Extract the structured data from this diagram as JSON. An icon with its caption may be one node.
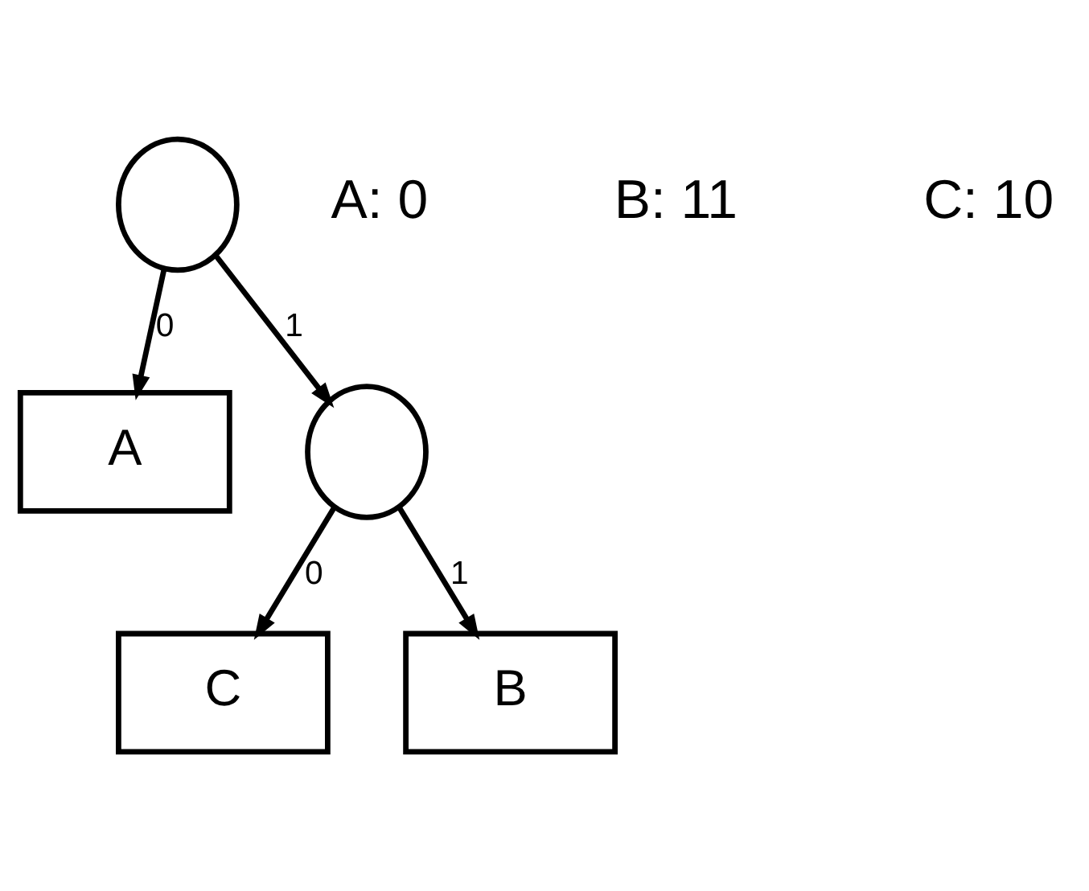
{
  "diagram": {
    "nodes": [
      {
        "text": [],
        "shape": "circle"
      },
      {
        "text": [
          "A"
        ]
      },
      {
        "text": [],
        "shape": "circle"
      },
      {
        "text": [
          "C"
        ]
      },
      {
        "text": [
          "B"
        ]
      }
    ],
    "edges": [
      {
        "from": 0,
        "to": 1,
        "arrow": "to",
        "label": "0"
      },
      {
        "from": 0,
        "to": 2,
        "arrow": "to",
        "label": "1"
      },
      {
        "from": 2,
        "to": 3,
        "arrow": "to",
        "label": "0"
      },
      {
        "from": 2,
        "to": 4,
        "arrow": "to",
        "label": "1"
      }
    ],
    "labels": [
      "A: 0",
      "B: 11",
      "C: 10"
    ]
  }
}
